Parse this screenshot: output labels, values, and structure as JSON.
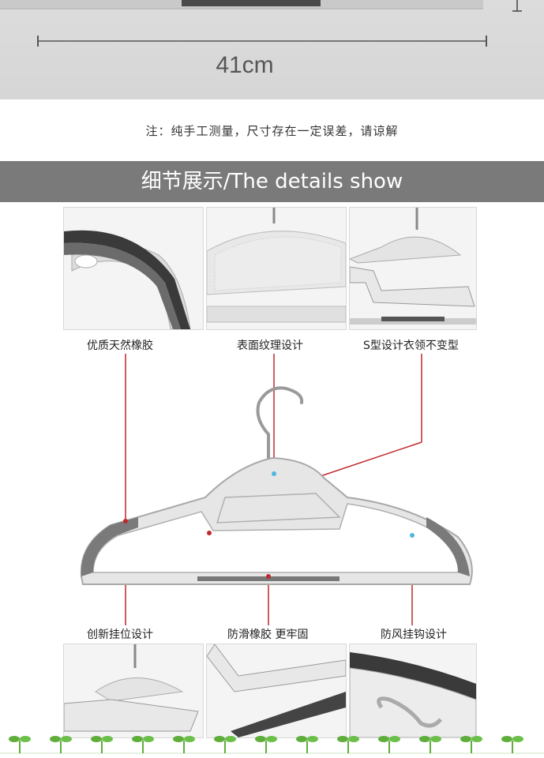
{
  "measurement": {
    "width_label": "41cm"
  },
  "note": "注：纯手工测量，尺寸存在一定误差，请谅解",
  "section_banner": "细节展示/The details show",
  "features": {
    "rubber": "优质天然橡胶",
    "texture": "表面纹理设计",
    "s_design": "S型设计衣领不变型",
    "hook_position": "创新挂位设计",
    "anti_slip": "防滑橡胶  更牢固",
    "wind_hook": "防风挂钩设计"
  },
  "colors": {
    "accent_line": "#c0282b",
    "banner": "#7a7a7a",
    "sprout": "#5fae3c"
  }
}
